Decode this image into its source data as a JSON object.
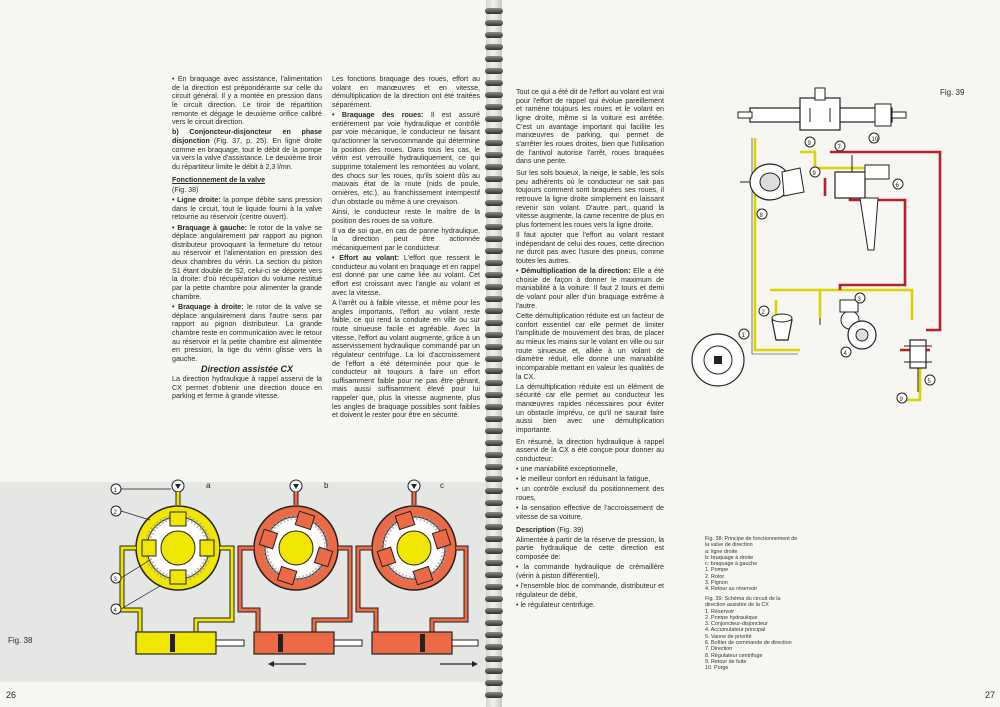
{
  "left": {
    "col1": {
      "p1": "• En braquage avec assistance, l'alimentation de la direction est prépondérante sur celle du circuit général. Il y a montée en pression dans le circuit direction. Le tiroir de répartition remonte et dégage le deuxième orifice calibré vers le circuit direction.",
      "h_b": "b) Conjoncteur-disjoncteur en phase disjonction",
      "p_b": " (Fig. 37, p. 25). En ligne droite comme en braquage, tout le débit de la pompe va vers la valve d'assistance. Le deuxième tiroir du répartiteur limite le débit à 2,3 l/mn.",
      "h_fonct": "Fonctionnement de la valve",
      "fig38": "(Fig. 38)",
      "ligne_lbl": "• Ligne droite:",
      "ligne": " la pompe débite sans pression dans le circuit, tout le liquide fourni à la valve retourne au réservoir (centre ouvert).",
      "gauche_lbl": "• Braquage à gauche:",
      "gauche": " le rotor de la valve se déplace angulairement par rapport au pignon distributeur provoquant la fermeture du retour au réservoir et l'alimentation en pression des deux chambres du vérin. La section du piston S1 étant double de S2, celui-ci se déporte vers la droite: d'où récupération du volume restitué par la petite chambre pour alimenter la grande chambre.",
      "droite_lbl": "• Braquage à droite:",
      "droite": " le rotor de la valve se déplace angulairement dans l'autre sens par rapport au pignon distributeur. La grande chambre reste en communication avec le retour au réservoir et la petite chambre est alimentée en pression, la tige du vérin glisse vers la gauche.",
      "h_dir": "Direction assistée CX",
      "p_dir": "La direction hydraulique à rappel asservi de la CX permet d'obtenir une direction douce en parking et ferme à grande vitesse."
    },
    "col2": {
      "p1": "Les fonctions braquage des roues, effort au volant en manœuvres et en vitesse, démultiplication de la direction ont été traitées séparément.",
      "braq_lbl": "• Braquage des roues:",
      "braq": " Il est assuré entièrement par voie hydraulique et contrôlé par voie mécanique, le conducteur ne faisant qu'actionner la servocommande qui détermine la position des roues. Dans tous les cas, le vérin est verrouillé hydrauliquement, ce qui supprime totalement les remontées au volant, des chocs sur les roues, qu'ils soient dûs au mauvais état de la route (nids de poule, ornières, etc.), au franchissement intempestif d'un obstacle ou même à une crevaison.",
      "p2": "Ainsi, le conducteur reste le maître de la position des roues de sa voiture.",
      "p3": "Il va de soi que, en cas de panne hydraulique, la direction peut être actionnée mécaniquement par le conducteur.",
      "eff_lbl": "• Effort au volant:",
      "eff": " L'effort que ressent le conducteur au volant en braquage et en rappel est donné par une came liée au volant. Cet effort est croissant avec l'angle au volant et avec la vitesse.",
      "p4": "A l'arrêt ou à faible vitesse, et même pour les angles importants, l'effort au volant reste faible, ce qui rend la conduite en ville ou sur route sinueuse facile et agréable. Avec la vitesse, l'effort au volant augmente, grâce à un asservissement hydraulique commandé par un régulateur centrifuge. La loi d'accroissement de l'effort a été déterminée pour que le conducteur ait toujours à faire un effort suffisamment faible pour ne pas être gênant, mais aussi suffisamment élevé pour lui rappeler que, plus la vitesse augmente, plus les angles de braquage possibles sont faibles et doivent le rester pour être en sécurité."
    },
    "fig_label": "Fig. 38",
    "panels": [
      "a",
      "b",
      "c"
    ],
    "callouts": [
      "1",
      "2",
      "3",
      "4"
    ],
    "page_no": "26"
  },
  "right": {
    "col1": {
      "p1": "Tout ce qui a été dit de l'effort au volant est vrai pour l'effort de rappel qui évolue pareillement et ramène toujours les roues et le volant en ligne droite, même si la voiture est arrêtée. C'est un avantage important qui facilite les manœuvres de parking, qui permet de s'arrêter les roues droites, bien que l'utilisation de l'antivol autorise l'arrêt, roues braquées dans une pente.",
      "p2": "Sur les sols boueux, la neige, le sable, les sols peu adhérents où le conducteur ne sait pas toujours comment sont braquées ses roues, il retrouve la ligne droite simplement en laissant revenir son volant. D'autre part, quand la vitesse augmente, la came recentre de plus en plus fortement les roues vers la ligne droite.",
      "p3": "Il faut ajouter que l'effort au volant restant indépendant de celui des roues, cette direction ne durcit pas avec l'usure des pneus, comme toutes les autres.",
      "demul_lbl": "• Démultiplication de la direction:",
      "demul": " Elle a été choisie de façon à donner le maximum de maniabilité à la voiture. Il faut 2 tours et demi de volant pour aller d'un braquage extrême à l'autre.",
      "p4": "Cette démultiplication réduite est un facteur de confort essentiel car elle permet de limiter l'amplitude de mouvement des bras, de placer au mieux les mains sur le volant en ville ou sur route sinueuse et, alliée à un volant de diamètre réduit, elle donne une maniabilité incomparable mettant en valeur les qualités de la CX.",
      "p5": "La démultiplication réduite est un élément de sécurité car elle permet au conducteur les manœuvres rapides nécessaires pour éviter un obstacle imprévu, ce qu'il ne saurait faire aussi bien avec une démultiplication importante.",
      "p6": "En résumé, la direction hydraulique à rappel asservi de la CX a été conçue pour donner au conducteur:",
      "b1": "• une maniabilité exceptionnelle,",
      "b2": "• le meilleur confort en réduisant la fatigue,",
      "b3": "• un contrôle exclusif du positionnement des roues,",
      "b4": "• la sensation effective de l'accroissement de vitesse de sa voiture.",
      "h_desc": "Description",
      "fig39_ref": " (Fig. 39)",
      "p7": "Alimentée à partir de la réserve de pression, la partie hydraulique de cette direction est composée de:",
      "b5": "• la commande hydraulique de crémaillère (vérin à piston différentiel),",
      "b6": "• l'ensemble bloc de commande, distributeur et régulateur de débit,",
      "b7": "• le régulateur centrifuge."
    },
    "fig_label": "Fig. 39",
    "callouts": [
      "1",
      "2",
      "3",
      "4",
      "5",
      "6",
      "7",
      "8",
      "9",
      "10"
    ],
    "caption38": [
      "Fig. 38: Principe de fonctionnement de",
      "la valve de direction",
      "a: ligne droite",
      "b: braquage à droite",
      "c: braquage à gauche",
      "1. Pompe",
      "2. Rotor",
      "3. Pignon",
      "4. Retour au réservoir"
    ],
    "caption39": [
      "Fig. 39: Schéma du circuit de la",
      "direction assistée de la CX",
      "1. Réservoir",
      "2. Pompe hydraulique",
      "3. Conjoncteur-disjoncteur",
      "4. Accumulateur principal",
      "5. Vanne de priorité",
      "6. Boîtier de commande de direction",
      "7. Direction",
      "8. Régulateur centrifuge",
      "9. Retour de fuite",
      "10. Purge"
    ],
    "page_no": "27"
  },
  "colors": {
    "yellow": "#f0e600",
    "orange": "#ec6a45",
    "red_pipe": "#b32229",
    "band": "#e5e7e4"
  }
}
